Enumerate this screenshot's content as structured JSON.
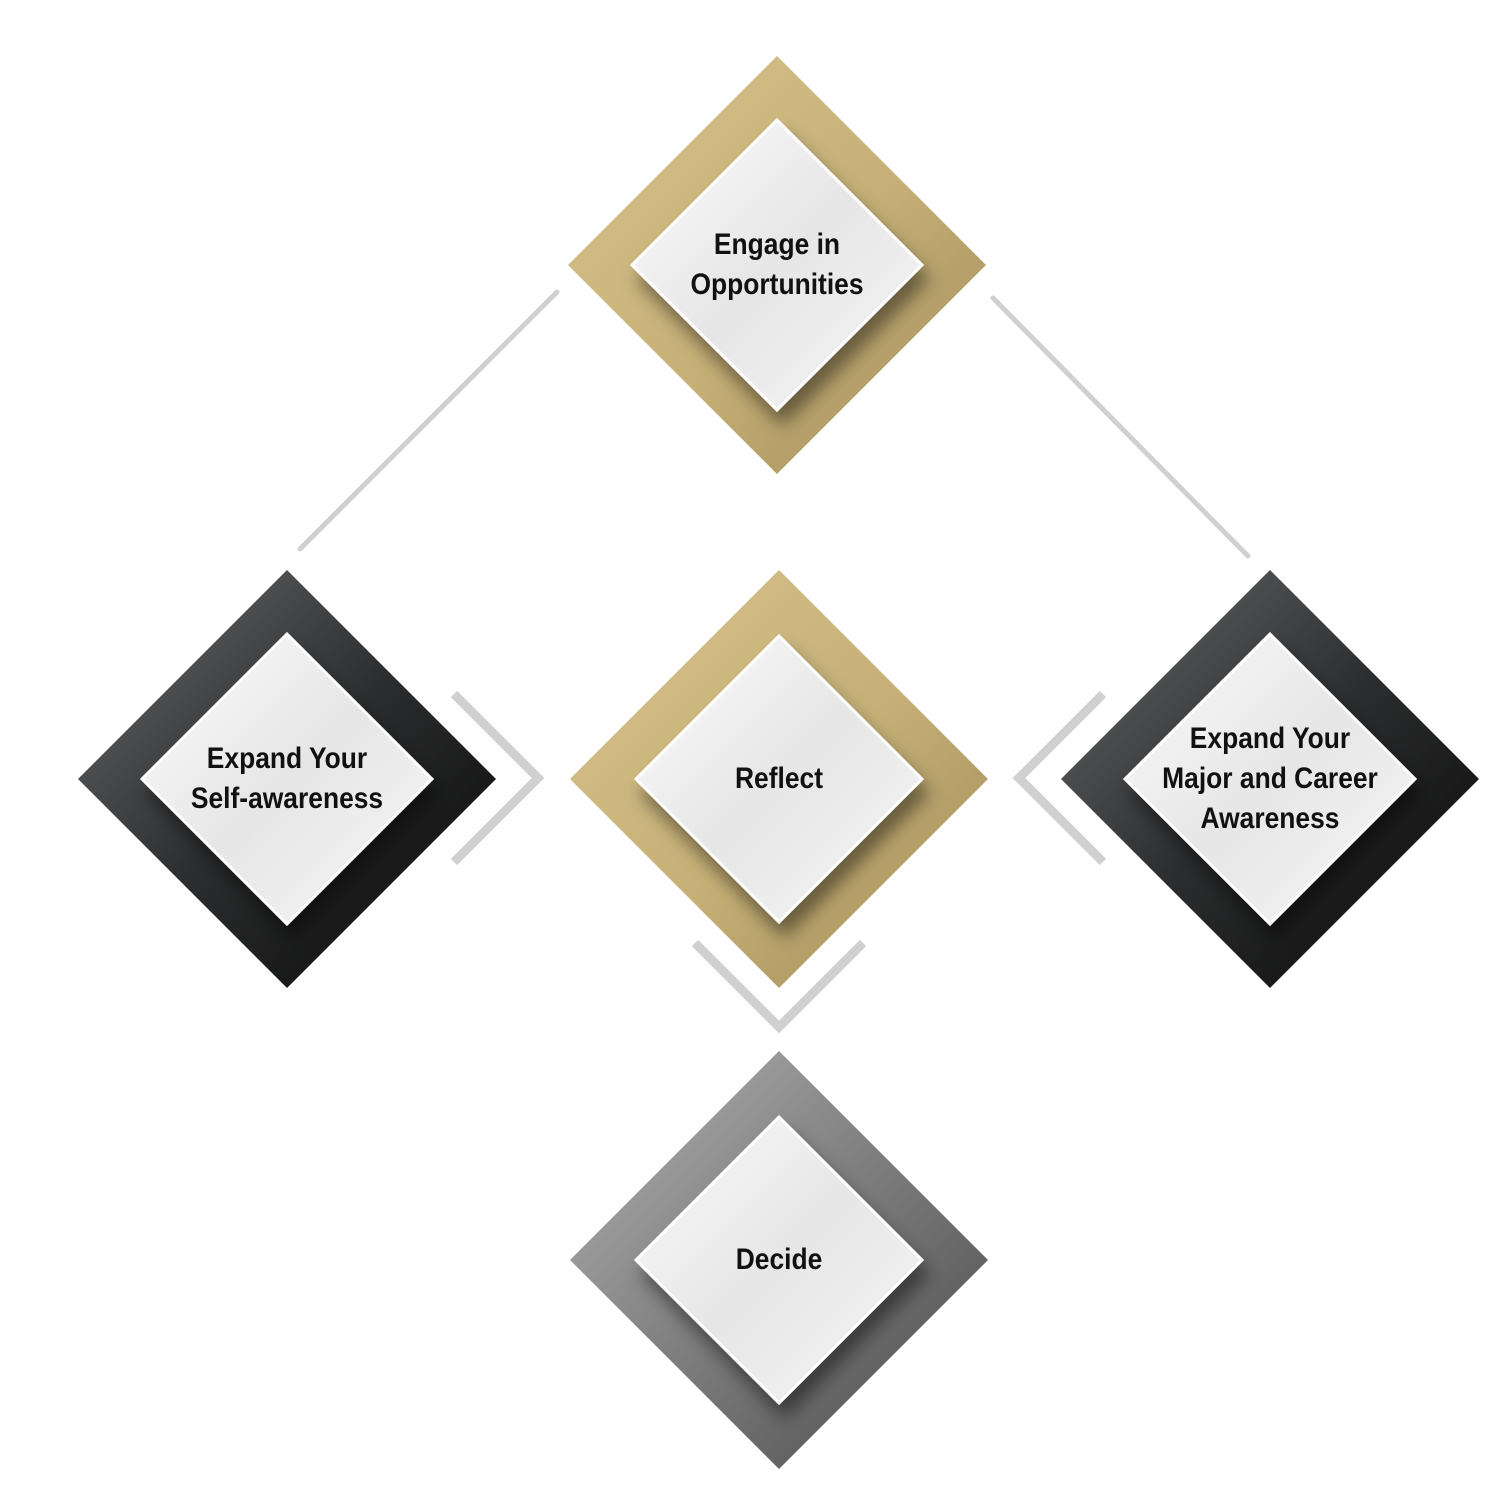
{
  "nodes": [
    {
      "id": "engage",
      "label": "Engage in\nOpportunities",
      "frame": "gold"
    },
    {
      "id": "self",
      "label": "Expand Your\nSelf-awareness",
      "frame": "black"
    },
    {
      "id": "reflect",
      "label": "Reflect",
      "frame": "gold"
    },
    {
      "id": "career",
      "label": "Expand Your\nMajor and Career\nAwareness",
      "frame": "black"
    },
    {
      "id": "decide",
      "label": "Decide",
      "frame": "gray"
    }
  ],
  "colors": {
    "gold": "#c9b47c",
    "black": "#1a1a1a",
    "gray": "#7a7a7a",
    "connector": "#cfcfcf",
    "inner": "#efefef",
    "text": "#111111"
  }
}
